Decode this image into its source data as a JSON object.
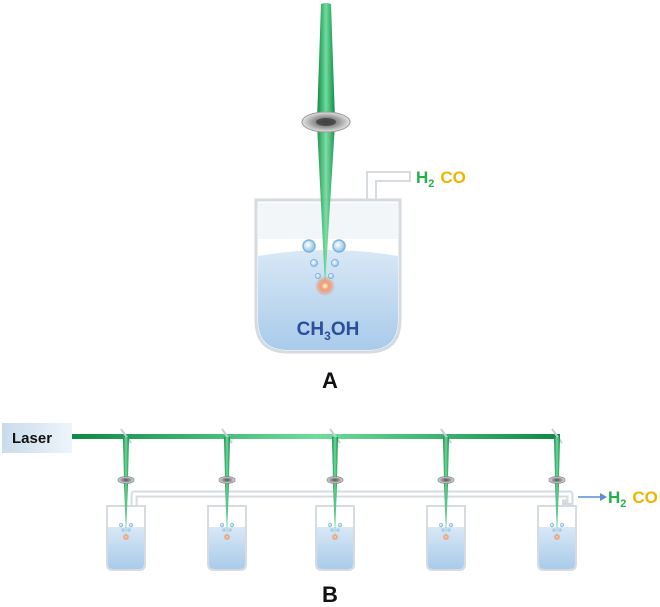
{
  "panel_a": {
    "label": "A",
    "product_h2": "H",
    "product_h2_sub": "2",
    "product_co": "CO",
    "solution": {
      "pre": "CH",
      "sub": "3",
      "post": "OH"
    }
  },
  "panel_b": {
    "label": "B",
    "laser": "Laser",
    "product_arrow": "→",
    "product_h2": "H",
    "product_h2_sub": "2",
    "product_co": "CO"
  },
  "colors": {
    "beam": "#1fa35a",
    "h2": "#22b14c",
    "co": "#f0b400",
    "solution_text": "#2b4f9c",
    "liquid": "#b9d6ef",
    "vessel_outline": "#d6dbe2",
    "arrow": "#5b8fd6",
    "laser_box": "#dbe8f3",
    "glow": "#f26b3a"
  },
  "icons": {
    "lens": "lens-icon",
    "mirror": "mirror-icon",
    "bubble": "bubble-icon",
    "plasma_spot": "plasma-glow-icon"
  }
}
